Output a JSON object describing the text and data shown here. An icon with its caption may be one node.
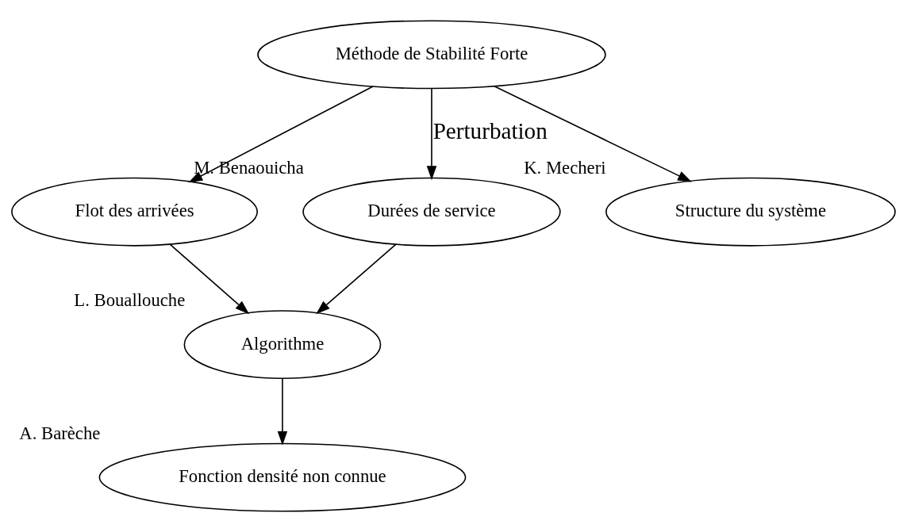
{
  "diagram": {
    "nodes": [
      {
        "text": [
          "Méthode de Stabilité Forte"
        ]
      },
      {
        "text": [
          "Flot des arrivées"
        ]
      },
      {
        "text": [
          "Durées de service"
        ],
        "beside": [
          "M. Benaouicha"
        ]
      },
      {
        "text": [
          "Structure du système"
        ],
        "beside": [
          "K. Mecheri"
        ]
      },
      {
        "text": [
          "Algorithme"
        ],
        "beside": [
          "L. Bouallouche"
        ]
      },
      {
        "text": [
          "Fonction densité non connue"
        ],
        "beside": [
          "A. Barèche"
        ]
      }
    ],
    "edges": [
      {
        "from": 0,
        "to": 1,
        "arrow": "to"
      },
      {
        "from": 0,
        "to": 2,
        "arrow": "to",
        "label": "Perturbation"
      },
      {
        "from": 0,
        "to": 3,
        "arrow": "to"
      },
      {
        "from": 1,
        "to": 4,
        "arrow": "to"
      },
      {
        "from": 2,
        "to": 4,
        "arrow": "to"
      },
      {
        "from": 4,
        "to": 5,
        "arrow": "to"
      }
    ]
  }
}
